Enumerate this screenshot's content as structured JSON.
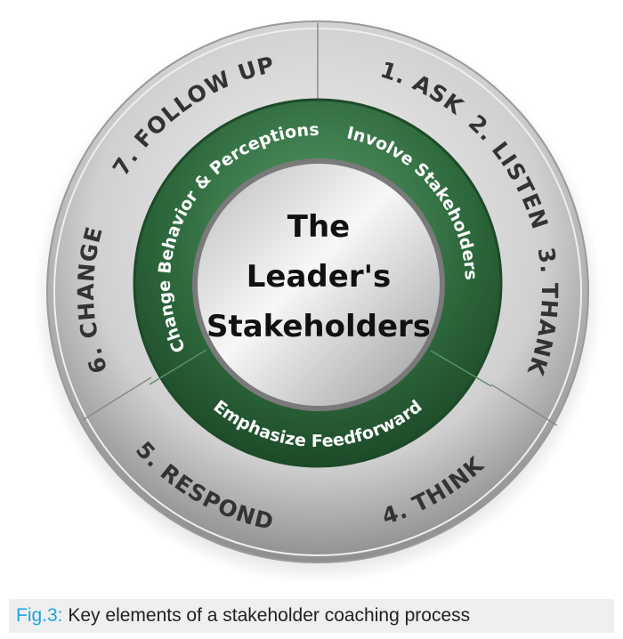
{
  "diagram": {
    "center_lines": [
      "The",
      "Leader's",
      "Stakeholders"
    ],
    "outer_steps": [
      {
        "label": "1. ASK"
      },
      {
        "label": "2. LISTEN"
      },
      {
        "label": "3. THANK"
      },
      {
        "label": "4. THINK"
      },
      {
        "label": "5. RESPOND"
      },
      {
        "label": "6.  CHANGE"
      },
      {
        "label": "7. FOLLOW UP"
      }
    ],
    "green_segments": [
      {
        "label": "Involve Stakeholders"
      },
      {
        "label": "Emphasize Feedforward"
      },
      {
        "label": "Change Behavior & Perceptions"
      }
    ],
    "colors": {
      "green": "#2f6b3e",
      "silver": "#cfcfcf",
      "caption_accent": "#1aa6e0"
    }
  },
  "caption": {
    "fig": "Fig.3:",
    "text": " Key elements of a stakeholder coaching process"
  }
}
